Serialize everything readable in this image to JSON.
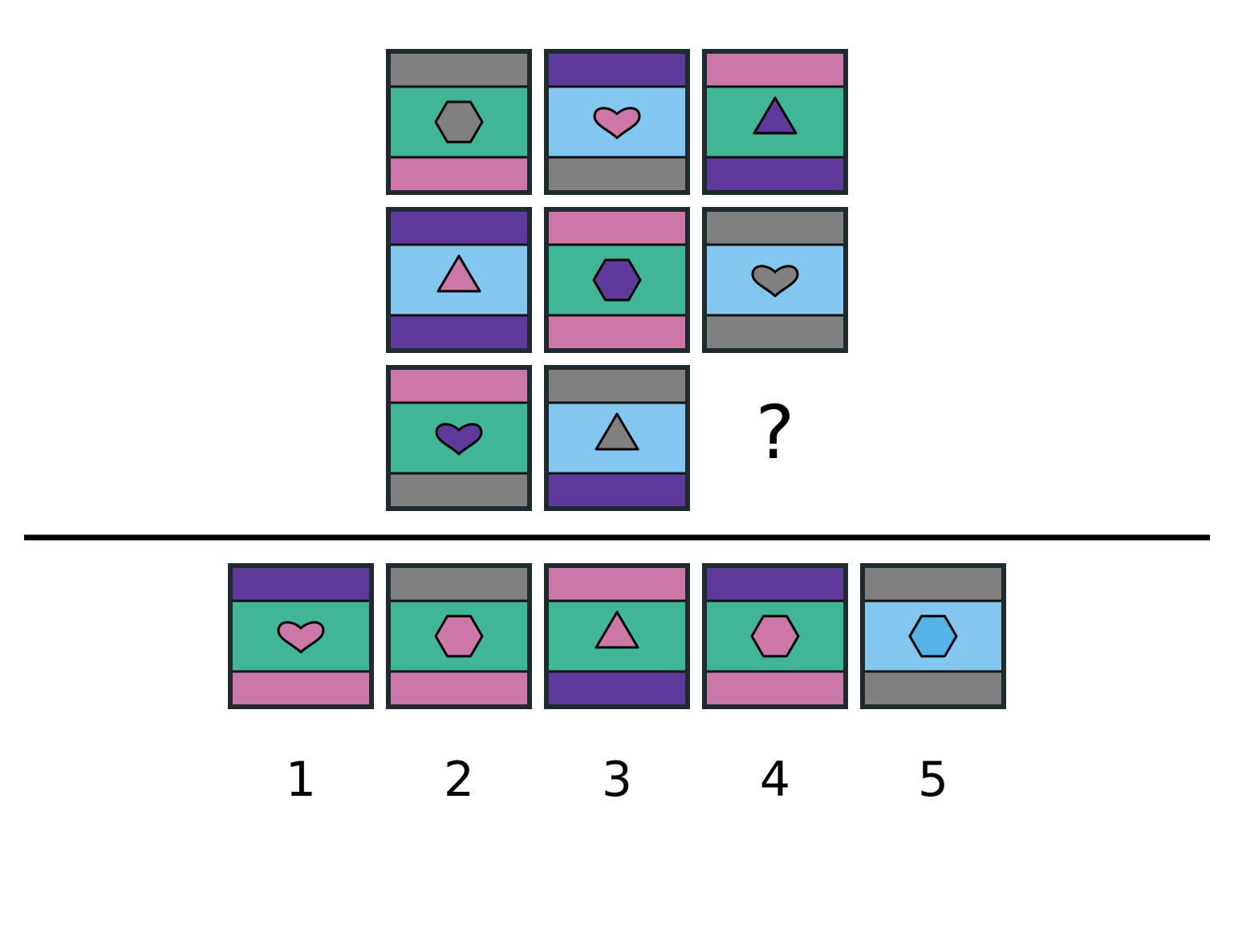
{
  "colors": {
    "gray": "#808080",
    "purple": "#5e3a9b",
    "pink": "#cc78a6",
    "green": "#40b696",
    "lightblue": "#83c6ef",
    "blue": "#56b3e7",
    "border": "#1f2a2e"
  },
  "matrix": {
    "rows": [
      [
        {
          "top": "gray",
          "middle": "green",
          "bottom": "pink",
          "shape": "hexagon",
          "shape_color": "gray"
        },
        {
          "top": "purple",
          "middle": "lightblue",
          "bottom": "gray",
          "shape": "heart",
          "shape_color": "pink"
        },
        {
          "top": "pink",
          "middle": "green",
          "bottom": "purple",
          "shape": "triangle",
          "shape_color": "purple"
        }
      ],
      [
        {
          "top": "purple",
          "middle": "lightblue",
          "bottom": "purple",
          "shape": "triangle",
          "shape_color": "pink"
        },
        {
          "top": "pink",
          "middle": "green",
          "bottom": "pink",
          "shape": "hexagon",
          "shape_color": "purple"
        },
        {
          "top": "gray",
          "middle": "lightblue",
          "bottom": "gray",
          "shape": "heart",
          "shape_color": "gray"
        }
      ],
      [
        {
          "top": "pink",
          "middle": "green",
          "bottom": "gray",
          "shape": "heart",
          "shape_color": "purple"
        },
        {
          "top": "gray",
          "middle": "lightblue",
          "bottom": "purple",
          "shape": "triangle",
          "shape_color": "gray"
        },
        null
      ]
    ],
    "missing_symbol": "?"
  },
  "options": [
    {
      "label": "1",
      "top": "purple",
      "middle": "green",
      "bottom": "pink",
      "shape": "heart",
      "shape_color": "pink"
    },
    {
      "label": "2",
      "top": "gray",
      "middle": "green",
      "bottom": "pink",
      "shape": "hexagon",
      "shape_color": "pink"
    },
    {
      "label": "3",
      "top": "pink",
      "middle": "green",
      "bottom": "purple",
      "shape": "triangle",
      "shape_color": "pink"
    },
    {
      "label": "4",
      "top": "purple",
      "middle": "green",
      "bottom": "pink",
      "shape": "hexagon",
      "shape_color": "pink"
    },
    {
      "label": "5",
      "top": "gray",
      "middle": "lightblue",
      "bottom": "gray",
      "shape": "hexagon",
      "shape_color": "blue"
    }
  ]
}
